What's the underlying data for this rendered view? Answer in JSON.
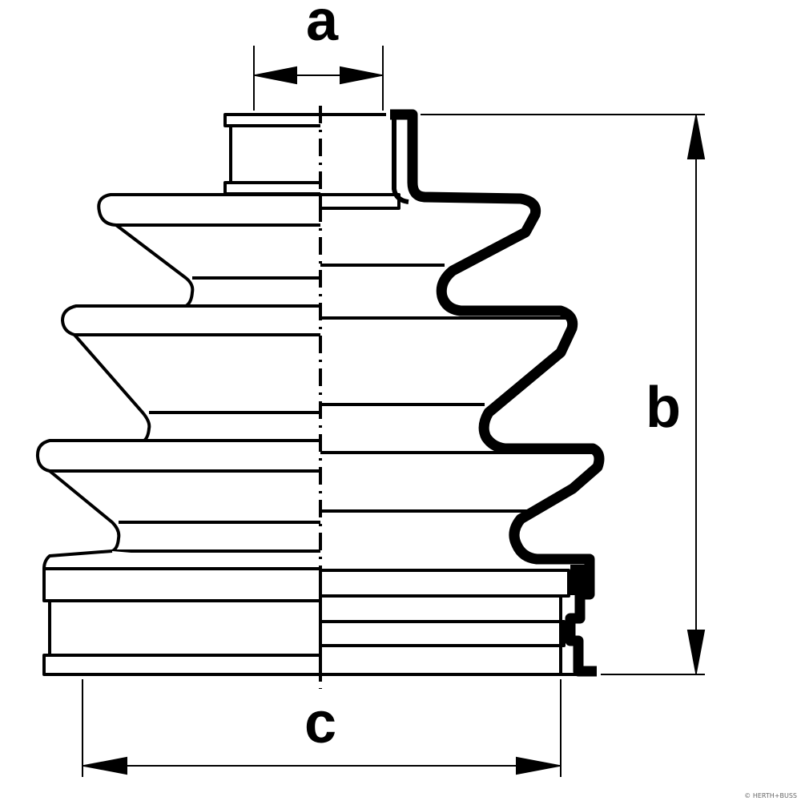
{
  "diagram": {
    "dimensions": {
      "a": "a",
      "b": "b",
      "c": "c"
    },
    "watermark": "© HERTH+BUSS",
    "colors": {
      "line": "#000000",
      "background": "#ffffff"
    }
  }
}
